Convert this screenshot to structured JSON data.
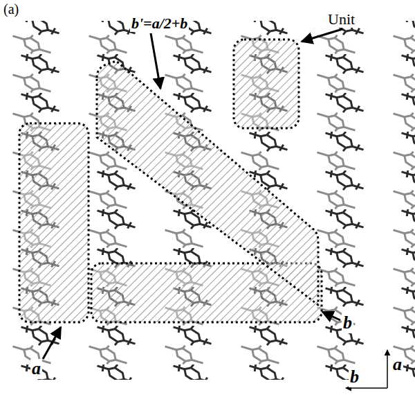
{
  "diagram": {
    "labels": [
      "(a)",
      "b'=a/2+b",
      "Unit",
      "b",
      "a",
      "a",
      "b"
    ]
  }
}
